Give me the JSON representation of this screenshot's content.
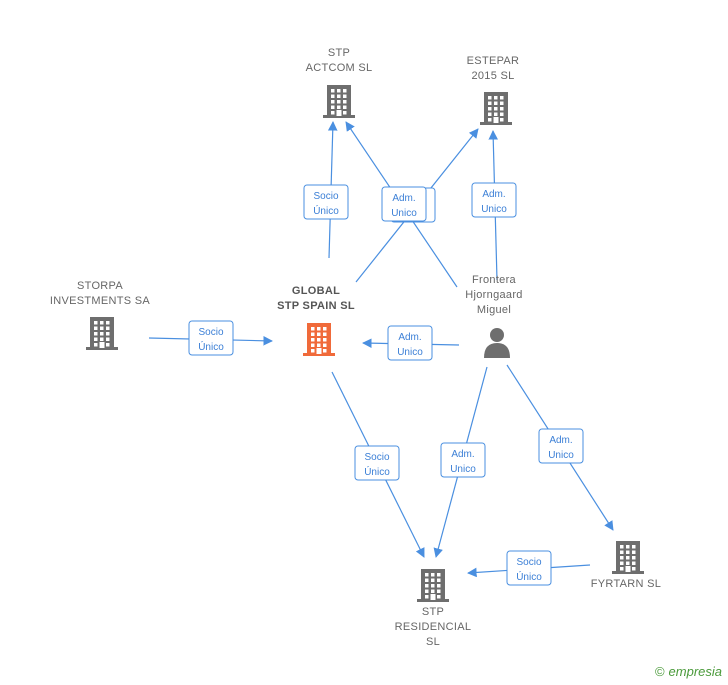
{
  "nodes": [
    {
      "id": "actcom",
      "lines": [
        "STP",
        "ACTCOM  SL"
      ],
      "kind": "company",
      "color": "#6e6e6e"
    },
    {
      "id": "estepar",
      "lines": [
        "ESTEPAR",
        "2015  SL"
      ],
      "kind": "company",
      "color": "#6e6e6e"
    },
    {
      "id": "storpa",
      "lines": [
        "STORPA",
        "INVESTMENTS SA"
      ],
      "kind": "company",
      "color": "#6e6e6e"
    },
    {
      "id": "global",
      "lines": [
        "GLOBAL",
        "STP SPAIN  SL"
      ],
      "kind": "company",
      "color": "#f06a3a",
      "main": true
    },
    {
      "id": "frontera",
      "lines": [
        "Frontera",
        "Hjorngaard",
        "Miguel"
      ],
      "kind": "person",
      "color": "#6e6e6e"
    },
    {
      "id": "residencial",
      "lines": [
        "STP",
        "RESIDENCIAL",
        "SL"
      ],
      "kind": "company",
      "color": "#6e6e6e"
    },
    {
      "id": "fyrtarn",
      "lines": [
        "FYRTARN  SL"
      ],
      "kind": "company",
      "color": "#6e6e6e"
    }
  ],
  "edges": [
    {
      "from": "global",
      "to": "actcom",
      "label": [
        "Socio",
        "Único"
      ]
    },
    {
      "from": "global",
      "to": "estepar",
      "label": [
        "Socio",
        "Único"
      ]
    },
    {
      "from": "frontera",
      "to": "actcom",
      "label": [
        "Adm.",
        "Unico"
      ]
    },
    {
      "from": "frontera",
      "to": "estepar",
      "label": [
        "Adm.",
        "Unico"
      ]
    },
    {
      "from": "storpa",
      "to": "global",
      "label": [
        "Socio",
        "Único"
      ]
    },
    {
      "from": "frontera",
      "to": "global",
      "label": [
        "Adm.",
        "Unico"
      ]
    },
    {
      "from": "global",
      "to": "residencial",
      "label": [
        "Socio",
        "Único"
      ]
    },
    {
      "from": "frontera",
      "to": "residencial",
      "label": [
        "Adm.",
        "Unico"
      ]
    },
    {
      "from": "frontera",
      "to": "fyrtarn",
      "label": [
        "Adm.",
        "Unico"
      ]
    },
    {
      "from": "fyrtarn",
      "to": "residencial",
      "label": [
        "Socio",
        "Único"
      ]
    }
  ],
  "footer": {
    "copyright_symbol": "©",
    "brand": "empresia"
  },
  "colors": {
    "edge": "#4a8fe0",
    "company_icon": "#6e6e6e",
    "main_icon": "#f06a3a",
    "brand": "#4a9a3a"
  }
}
